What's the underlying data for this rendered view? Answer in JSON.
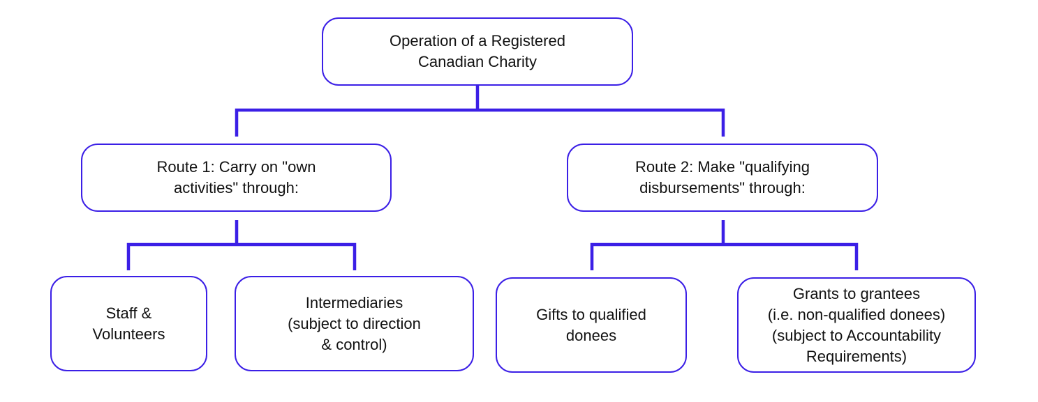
{
  "colors": {
    "accent": "#3b1fe6",
    "text": "#111111",
    "background": "#ffffff"
  },
  "nodes": {
    "root": {
      "lines": [
        "Operation of a Registered",
        "Canadian Charity"
      ]
    },
    "route1": {
      "lines": [
        "Route 1: Carry on \"own",
        "activities\" through:"
      ]
    },
    "route2": {
      "lines": [
        "Route 2: Make \"qualifying",
        "disbursements\" through:"
      ]
    },
    "staff": {
      "lines": [
        "Staff &",
        "Volunteers"
      ]
    },
    "intermediaries": {
      "lines": [
        "Intermediaries",
        "(subject to direction",
        "& control)"
      ]
    },
    "gifts": {
      "lines": [
        "Gifts to qualified",
        "donees"
      ]
    },
    "grants": {
      "lines": [
        "Grants to grantees",
        "(i.e. non-qualified donees)",
        "(subject to Accountability",
        "Requirements)"
      ]
    }
  }
}
